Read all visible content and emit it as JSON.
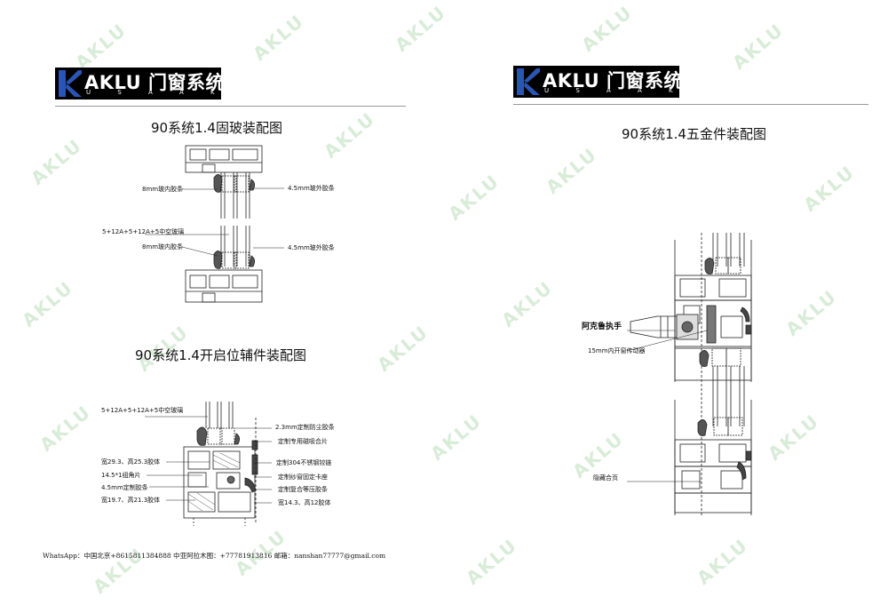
{
  "brand": {
    "name": "AKLU 门窗系统",
    "tagline": "U S A   A K L U"
  },
  "watermark": "AKLU",
  "left": {
    "fixed_glass": {
      "title": "90系统1.4固玻装配图",
      "labels": {
        "inner_strip_top": "8mm玻内胶条",
        "outer_strip_top": "4.5mm玻外胶条",
        "glass": "5+12A+5+12A+5中空玻璃",
        "inner_strip_bottom": "8mm玻内胶条",
        "outer_strip_bottom": "4.5mm玻外胶条"
      }
    },
    "opening_accessories": {
      "title": "90系统1.4开启位辅件装配图",
      "labels": {
        "glass": "5+12A+5+12A+5中空玻璃",
        "dust_strip": "2.3mm定制防尘胶条",
        "magnet": "定制专用磁吸合片",
        "glue_a": "宽29.3、高25.3胶体",
        "hinge": "定制304不锈钢铰链",
        "corner": "14.5*1组角片",
        "screen_seat": "定制纱窗固定卡座",
        "strip": "4.5mm定制胶条",
        "press_strip": "定制复合等压胶条",
        "glue_b": "宽19.7、高21.3胶体",
        "glue_c": "宽14.3、高12胶体"
      }
    }
  },
  "right": {
    "hardware": {
      "title": "90系统1.4五金件装配图",
      "labels": {
        "handle": "阿克鲁执手",
        "actuator": "15mm内开窗传动器",
        "hidden_hinge": "隐藏合页"
      }
    }
  },
  "footer": "WhatsApp：中国北京+8615811384888 中亚阿拉木图：+77781913816 邮箱：nanshan77777@gmail.com"
}
